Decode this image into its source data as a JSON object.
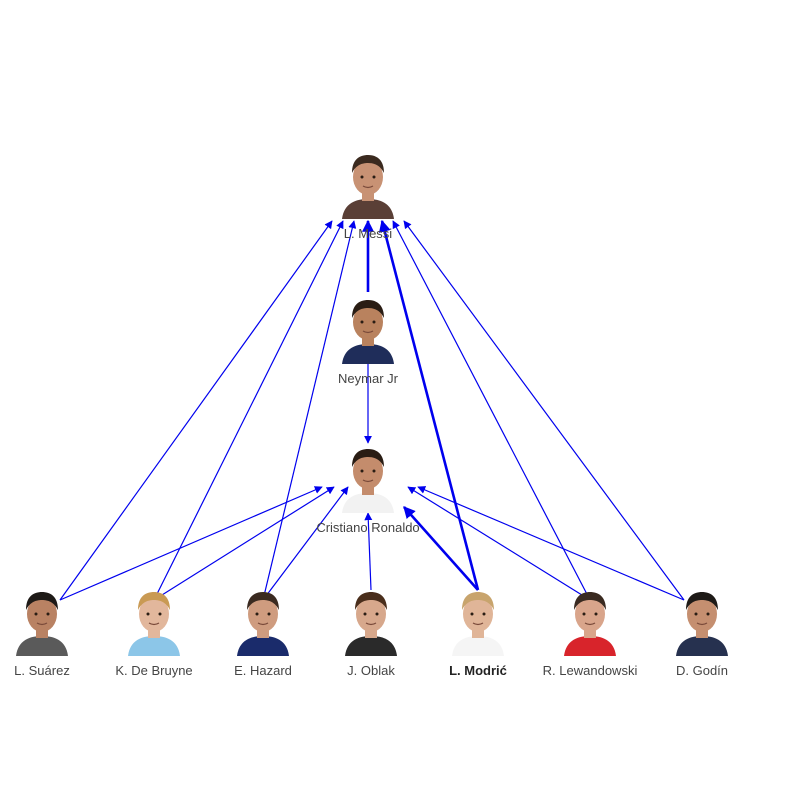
{
  "graph": {
    "nodes": [
      {
        "id": "messi",
        "label": "L. Messi",
        "selected": false,
        "shirt": "#5a3f36",
        "hair": "#3b2a1f",
        "skin": "#c89274"
      },
      {
        "id": "neymar",
        "label": "Neymar Jr",
        "selected": false,
        "shirt": "#1f2d5a",
        "hair": "#2a1d14",
        "skin": "#b9825e"
      },
      {
        "id": "ronaldo",
        "label": "Cristiano Ronaldo",
        "selected": false,
        "shirt": "#f2f2f2",
        "hair": "#2a1d14",
        "skin": "#c48c6c"
      },
      {
        "id": "suarez",
        "label": "L. Suárez",
        "selected": false,
        "shirt": "#5a5a5a",
        "hair": "#1e1a17",
        "skin": "#b98263"
      },
      {
        "id": "debruyne",
        "label": "K. De Bruyne",
        "selected": false,
        "shirt": "#8cc6e8",
        "hair": "#c99a54",
        "skin": "#e2b79c"
      },
      {
        "id": "hazard",
        "label": "E. Hazard",
        "selected": false,
        "shirt": "#1a2b6b",
        "hair": "#3a2a20",
        "skin": "#cf9c7f"
      },
      {
        "id": "oblak",
        "label": "J. Oblak",
        "selected": false,
        "shirt": "#2a2a2a",
        "hair": "#4a2e1c",
        "skin": "#d7a88c"
      },
      {
        "id": "modric",
        "label": "L. Modrić",
        "selected": true,
        "shirt": "#f5f5f5",
        "hair": "#c8a46d",
        "skin": "#e0b598"
      },
      {
        "id": "lewandowski",
        "label": "R. Lewandowski",
        "selected": false,
        "shirt": "#d8242b",
        "hair": "#3a2a20",
        "skin": "#d9a58b"
      },
      {
        "id": "godin",
        "label": "D. Godín",
        "selected": false,
        "shirt": "#26314f",
        "hair": "#1e1a17",
        "skin": "#c58f70"
      }
    ],
    "edges": [
      {
        "from": "neymar",
        "to": "messi",
        "emphasis": true
      },
      {
        "from": "neymar",
        "to": "ronaldo",
        "emphasis": false
      },
      {
        "from": "suarez",
        "to": "messi",
        "emphasis": false
      },
      {
        "from": "suarez",
        "to": "ronaldo",
        "emphasis": false
      },
      {
        "from": "debruyne",
        "to": "messi",
        "emphasis": false
      },
      {
        "from": "debruyne",
        "to": "ronaldo",
        "emphasis": false
      },
      {
        "from": "hazard",
        "to": "messi",
        "emphasis": false
      },
      {
        "from": "hazard",
        "to": "ronaldo",
        "emphasis": false
      },
      {
        "from": "oblak",
        "to": "ronaldo",
        "emphasis": false
      },
      {
        "from": "modric",
        "to": "messi",
        "emphasis": true
      },
      {
        "from": "modric",
        "to": "ronaldo",
        "emphasis": true
      },
      {
        "from": "lewandowski",
        "to": "messi",
        "emphasis": false
      },
      {
        "from": "lewandowski",
        "to": "ronaldo",
        "emphasis": false
      },
      {
        "from": "godin",
        "to": "messi",
        "emphasis": false
      },
      {
        "from": "godin",
        "to": "ronaldo",
        "emphasis": false
      }
    ],
    "edge_color": "#0000ee",
    "label_color": "#444444"
  }
}
